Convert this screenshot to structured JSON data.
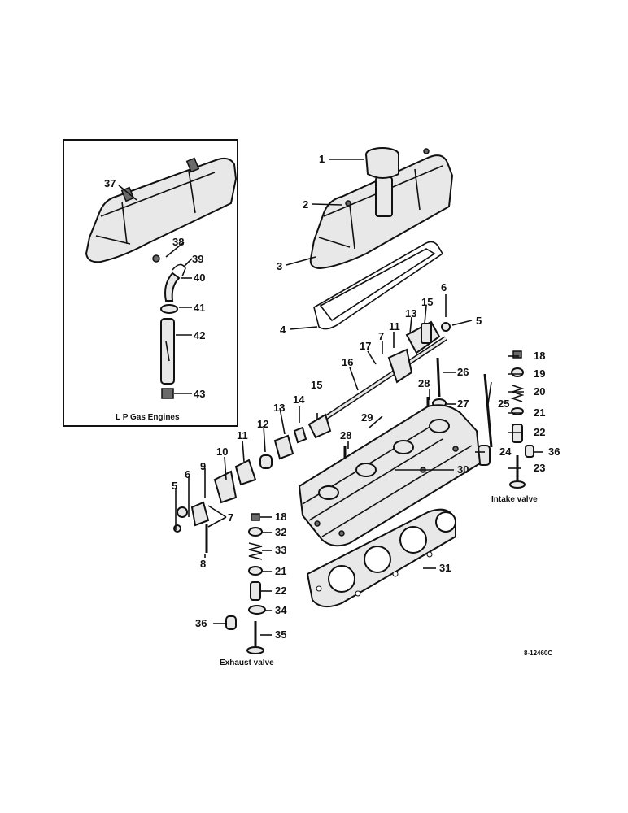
{
  "captions": {
    "lp_gas": "L P Gas Engines",
    "intake": "Intake valve",
    "exhaust": "Exhaust valve",
    "ref_code": "8-12460C"
  },
  "callouts": [
    "1",
    "2",
    "3",
    "4",
    "5",
    "5",
    "6",
    "6",
    "7",
    "7",
    "7",
    "8",
    "9",
    "10",
    "11",
    "11",
    "12",
    "13",
    "13",
    "14",
    "15",
    "15",
    "16",
    "17",
    "18",
    "18",
    "19",
    "20",
    "21",
    "21",
    "22",
    "22",
    "23",
    "24",
    "25",
    "26",
    "27",
    "28",
    "28",
    "29",
    "30",
    "31",
    "32",
    "33",
    "34",
    "35",
    "36",
    "36",
    "37",
    "38",
    "39",
    "40",
    "41",
    "42",
    "43"
  ]
}
